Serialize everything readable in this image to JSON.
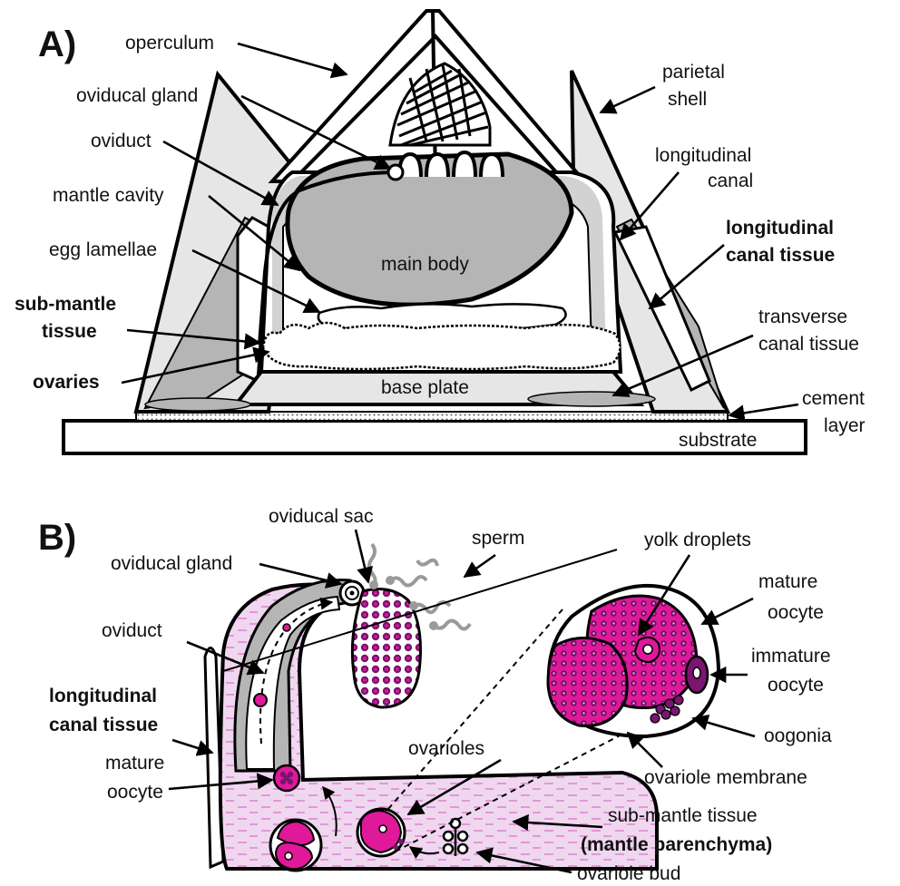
{
  "panel_a": {
    "letter": "A)",
    "labels": {
      "operculum": "operculum",
      "oviducal_gland": "oviducal gland",
      "oviduct": "oviduct",
      "mantle_cavity": "mantle cavity",
      "egg_lamellae": "egg lamellae",
      "sub_mantle_1": "sub-mantle",
      "sub_mantle_2": "tissue",
      "ovaries": "ovaries",
      "parietal_1": "parietal",
      "parietal_2": "shell",
      "long_canal_1": "longitudinal",
      "long_canal_2": "canal",
      "long_tissue_1": "longitudinal",
      "long_tissue_2": "canal tissue",
      "transverse_1": "transverse",
      "transverse_2": "canal tissue",
      "cement_1": "cement",
      "cement_2": "layer",
      "main_body": "main body",
      "base_plate": "base plate",
      "substrate": "substrate"
    }
  },
  "panel_b": {
    "letter": "B)",
    "labels": {
      "oviducal_sac": "oviducal sac",
      "sperm": "sperm",
      "oviducal_gland": "oviducal gland",
      "oviduct": "oviduct",
      "long_tissue_1": "longitudinal",
      "long_tissue_2": "canal tissue",
      "mature_left_1": "mature",
      "mature_left_2": "oocyte",
      "ovarioles": "ovarioles",
      "yolk": "yolk droplets",
      "mature_right_1": "mature",
      "mature_right_2": "oocyte",
      "immature_1": "immature",
      "immature_2": "oocyte",
      "oogonia": "oogonia",
      "membrane": "ovariole membrane",
      "submantle": "sub-mantle tissue",
      "parenchyma": "(mantle parenchyma)",
      "bud": "ovariole bud"
    }
  },
  "colors": {
    "magenta": "#e0189a",
    "purple": "#7a1570",
    "grey": "#b5b5b5",
    "light_grey": "#e6e6e6",
    "pink_tissue": "#efd8ef"
  }
}
